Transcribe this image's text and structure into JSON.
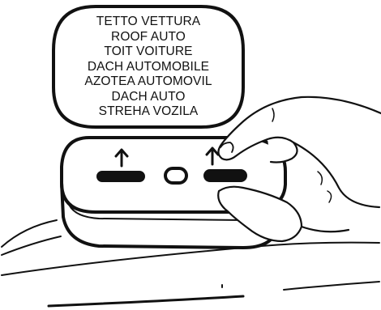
{
  "label": {
    "lines": [
      "TETTO VETTURA",
      "ROOF AUTO",
      "TOIT VOITURE",
      "DACH AUTOMOBILE",
      "AZOTEA AUTOMOVIL",
      "DACH AUTO",
      "STREHA VOZILA"
    ]
  },
  "colors": {
    "ink": "#111111",
    "background": "#ffffff"
  },
  "icons": {
    "arrow_left": "arrow-up-icon",
    "arrow_right": "arrow-up-icon"
  }
}
